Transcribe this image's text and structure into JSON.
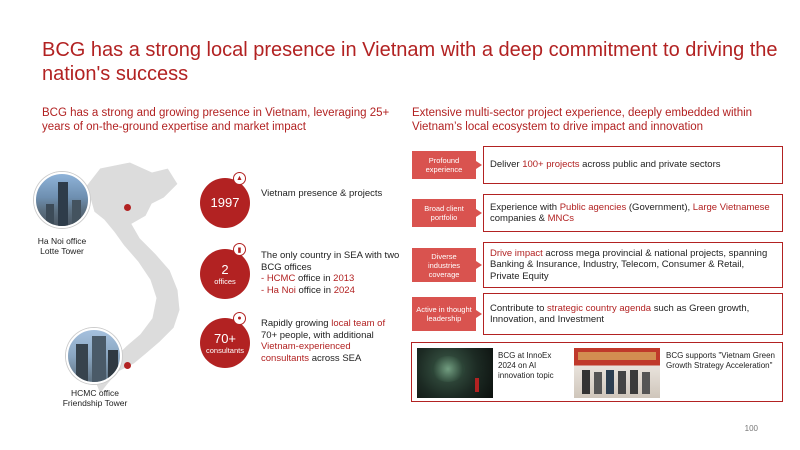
{
  "title": "BCG has a strong local presence in Vietnam with a deep commitment to driving the nation's success",
  "left_subtitle": "BCG has a strong and growing presence in Vietnam, leveraging 25+ years of on-the-ground expertise and market impact",
  "right_subtitle": "Extensive multi-sector project experience, deeply embedded within Vietnam’s local ecosystem to drive impact and innovation",
  "offices": {
    "hanoi": "Ha Noi office\nLotte Tower",
    "hcmc": "HCMC office\nFriendship Tower"
  },
  "stats": [
    {
      "big": "1997",
      "small": "",
      "icon": "building-icon"
    },
    {
      "big": "2",
      "small": "offices",
      "icon": "office-icon"
    },
    {
      "big": "70+",
      "small": "consultants",
      "icon": "people-icon"
    }
  ],
  "stat_text": {
    "s1": "Vietnam presence & projects",
    "s2_a": "The only country in SEA with two BCG offices",
    "s2_b_dash": "- ",
    "s2_b_red": "HCMC",
    "s2_b_rest": " office in ",
    "s2_b_year": "2013",
    "s2_c_dash": "- ",
    "s2_c_red": "Ha Noi",
    "s2_c_rest": " office in ",
    "s2_c_year": "2024",
    "s3_a": "Rapidly growing ",
    "s3_red1": "local team of",
    "s3_b": " 70+ people, with additional ",
    "s3_red2": "Vietnam-experienced consultants",
    "s3_c": " across SEA"
  },
  "rows": [
    {
      "tag": "Profound experience"
    },
    {
      "tag": "Broad client portfolio"
    },
    {
      "tag": "Diverse industries coverage"
    },
    {
      "tag": "Active in thought leadership"
    }
  ],
  "row_text": {
    "r1_a": "Deliver ",
    "r1_red": "100+ projects",
    "r1_b": " across public and private sectors",
    "r2_a": "Experience with ",
    "r2_red1": "Public agencies",
    "r2_b": " (Government), ",
    "r2_red2": "Large Vietnamese",
    "r2_c": " companies & ",
    "r2_red3": "MNCs",
    "r3_red": "Drive impact",
    "r3_b": " across mega provincial & national projects, spanning Banking & Insurance, Industry, Telecom, Consumer & Retail, Private Equity",
    "r4_a": "Contribute to ",
    "r4_red": "strategic country agenda",
    "r4_b": " such as Green growth, Innovation, and Investment"
  },
  "evidence": {
    "e1": "BCG at InnoEx 2024 on AI innovation topic",
    "e2": "BCG supports \"Vietnam Green Growth Strategy Acceleration\""
  },
  "page_number": "100",
  "colors": {
    "accent": "#b22222",
    "tag": "#d9534f",
    "map": "#dcdcdc"
  }
}
